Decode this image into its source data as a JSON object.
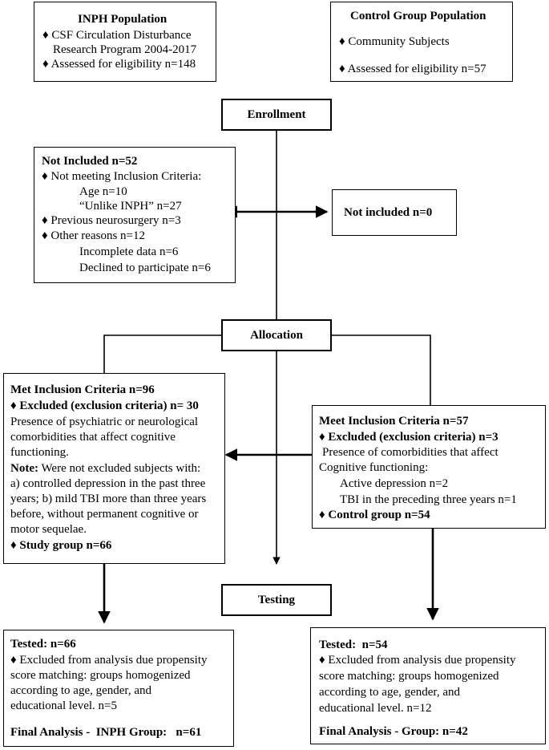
{
  "inph_population": {
    "title": "INPH Population",
    "line1": "♦ CSF Circulation Disturbance",
    "line2": "Research Program 2004-2017",
    "line3": "♦ Assessed for eligibility n=148"
  },
  "control_population": {
    "title": "Control Group Population",
    "line1": "♦ Community Subjects",
    "line2": "♦ Assessed for eligibility n=57"
  },
  "stages": {
    "enrollment": "Enrollment",
    "allocation": "Allocation",
    "testing": "Testing"
  },
  "not_included_inph": {
    "title": "Not Included n=52",
    "l1": "♦ Not meeting Inclusion Criteria:",
    "l2": "Age n=10",
    "l3": "“Unlike INPH” n=27",
    "l4": "♦ Previous neurosurgery n=3",
    "l5": "♦ Other reasons n=12",
    "l6": "Incomplete data n=6",
    "l7": "Declined to participate n=6"
  },
  "not_included_control": {
    "title": "Not included n=0"
  },
  "inph_inclusion": {
    "title": "Met Inclusion Criteria n=96",
    "excluded": "♦ Excluded (exclusion criteria) n= 30",
    "l1": "Presence of psychiatric or neurological",
    "l2": "comorbidities that affect cognitive",
    "l3": "functioning.",
    "note_label": "Note:",
    "note_rest": " Were not excluded subjects with:",
    "l5": "a) controlled depression in the past three",
    "l6": "years; b) mild TBI more than three years",
    "l7": "before, without permanent cognitive or",
    "l8": "motor sequelae.",
    "study": "♦ Study group n=66"
  },
  "control_inclusion": {
    "title": "Meet Inclusion Criteria n=57",
    "excluded": "♦ Excluded (exclusion criteria) n=3",
    "l1": "Presence of comorbidities that affect",
    "l2": "Cognitive functioning:",
    "l3": "Active depression n=2",
    "l4": "TBI in the preceding three years n=1",
    "group": "♦ Control group n=54"
  },
  "inph_testing": {
    "title": "Tested: n=66",
    "l1": "♦ Excluded from analysis due propensity",
    "l2": "score matching: groups homogenized",
    "l3": "according to age, gender, and",
    "l4": "educational level.  n=5",
    "final": "Final Analysis -  INPH Group:   n=61"
  },
  "control_testing": {
    "title": "Tested:  n=54",
    "l1": "♦ Excluded from analysis due propensity",
    "l2": "score matching: groups homogenized",
    "l3": "according to age, gender, and",
    "l4": "educational level. n=12",
    "final": "Final Analysis - Group: n=42"
  }
}
